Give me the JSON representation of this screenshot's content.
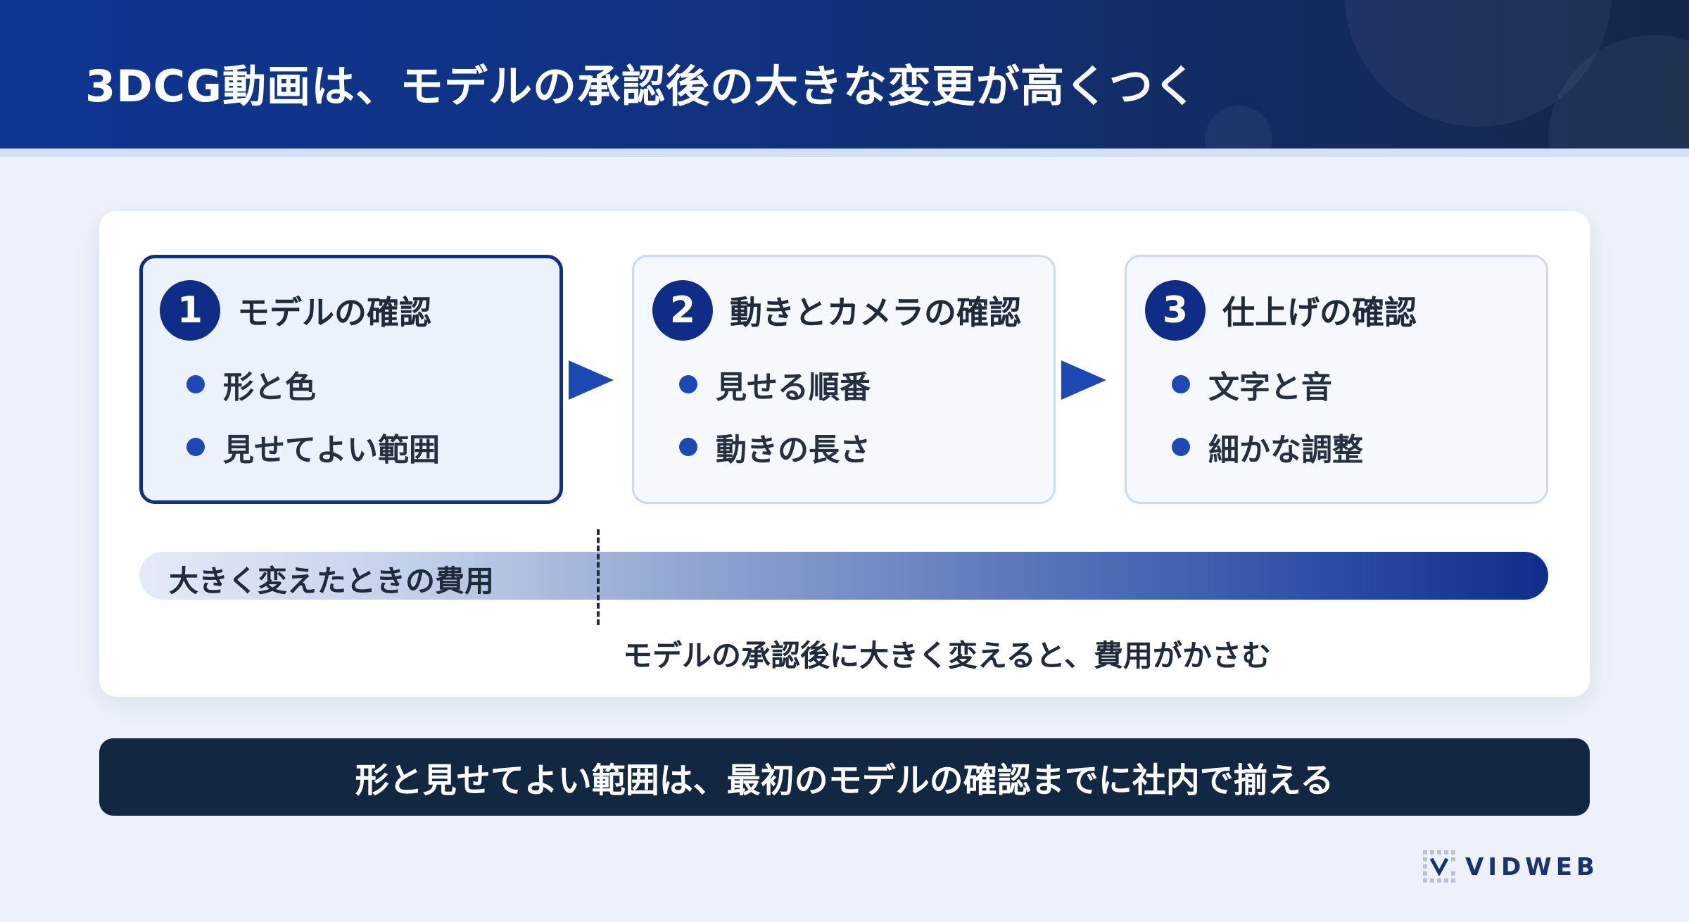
{
  "header": {
    "title": "3DCG動画は、モデルの承認後の大きな変更が高くつく"
  },
  "steps": [
    {
      "number": "1",
      "title": "モデルの確認",
      "bullets": [
        "形と色",
        "見せてよい範囲"
      ]
    },
    {
      "number": "2",
      "title": "動きとカメラの確認",
      "bullets": [
        "見せる順番",
        "動きの長さ"
      ]
    },
    {
      "number": "3",
      "title": "仕上げの確認",
      "bullets": [
        "文字と音",
        "細かな調整"
      ]
    }
  ],
  "cost": {
    "label": "大きく変えたときの費用",
    "note": "モデルの承認後に大きく変えると、費用がかさむ"
  },
  "summary": "形と見せてよい範囲は、最初のモデルの確認までに社内で揃える",
  "logo": {
    "text": "VIDWEB"
  },
  "colors": {
    "primary": "#0f2d86",
    "accent": "#1d49b4",
    "dark": "#112742",
    "background": "#edf2fa"
  }
}
